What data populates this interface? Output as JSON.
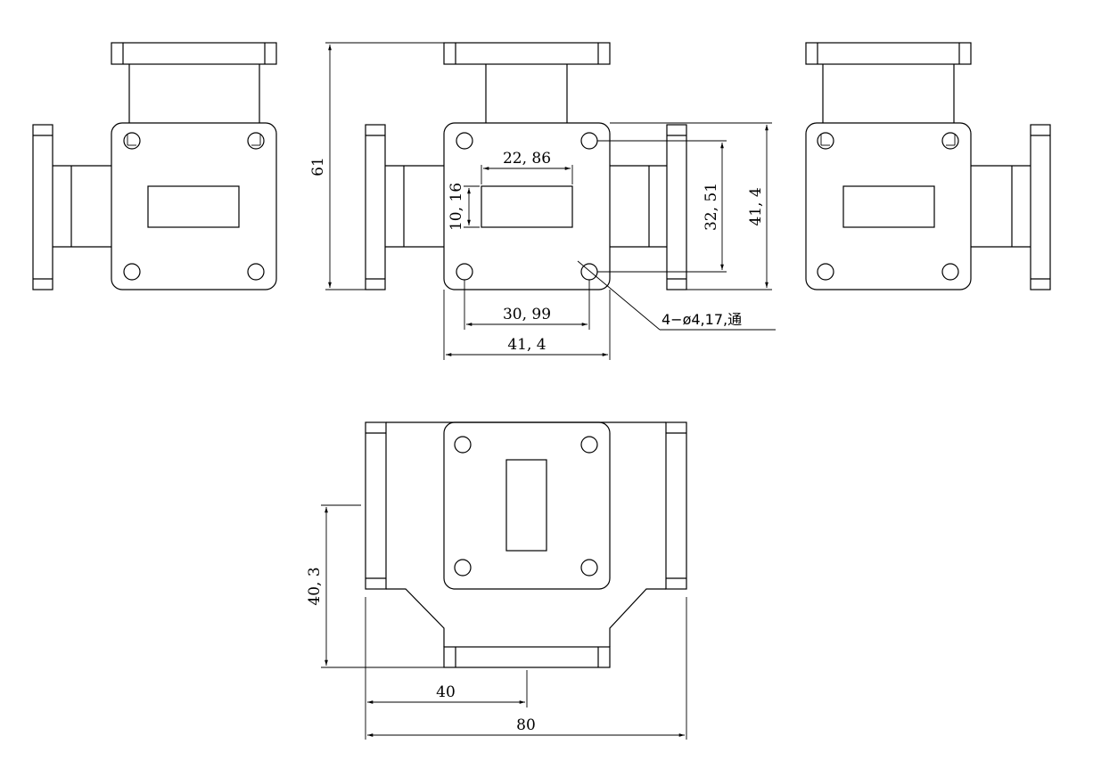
{
  "dimensions": {
    "height_61": "61",
    "broad_wall": "22, 86",
    "narrow_wall": "10, 16",
    "hole_pitch_v": "32, 51",
    "flange_h": "41, 4",
    "hole_pitch_h": "30, 99",
    "flange_w": "41, 4",
    "hole_callout": "4−ø4,17,通",
    "center_height": "40, 3",
    "half_length": "40",
    "total_length": "80"
  }
}
